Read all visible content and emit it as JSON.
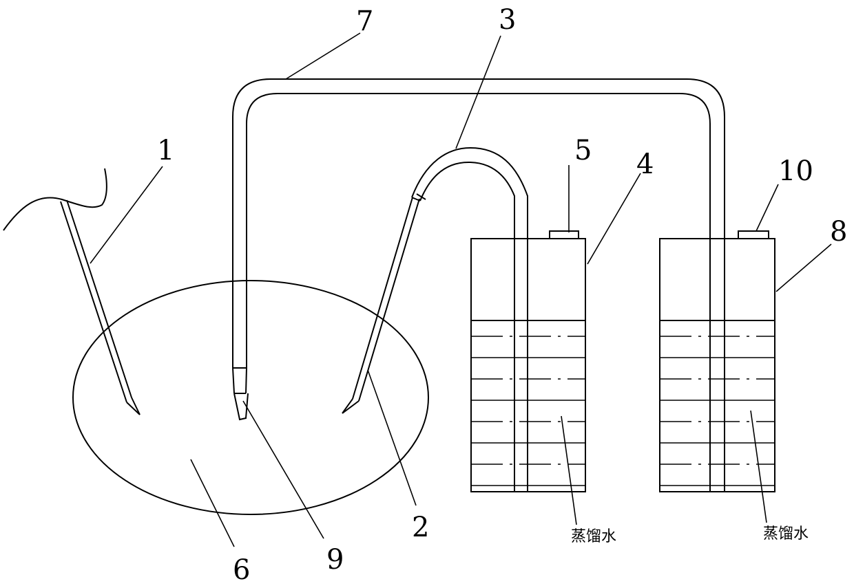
{
  "labels": {
    "n1": "1",
    "n2": "2",
    "n3": "3",
    "n4": "4",
    "n5": "5",
    "n6": "6",
    "n7": "7",
    "n8": "8",
    "n9": "9",
    "n10": "10"
  },
  "annotations": {
    "water_left": "蒸馏水",
    "water_right": "蒸馏水"
  }
}
